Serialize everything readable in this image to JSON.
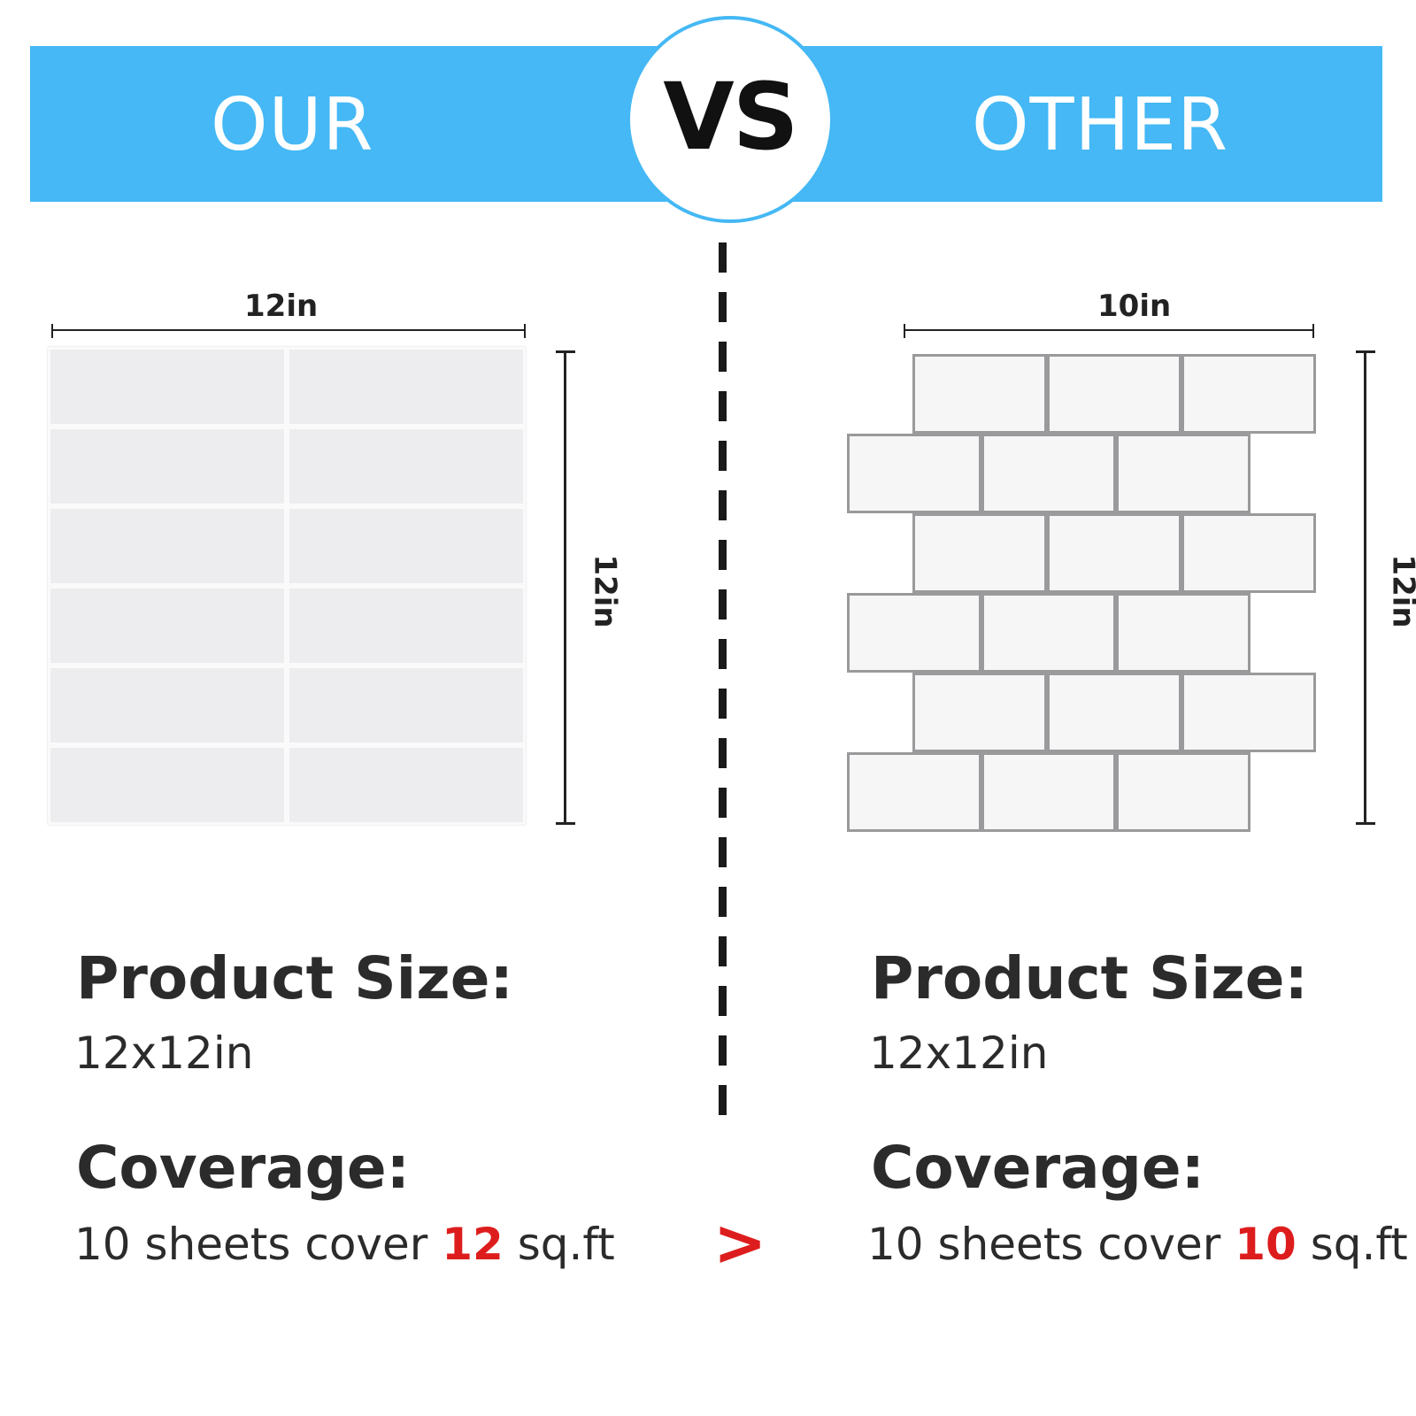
{
  "banner": {
    "left_label": "OUR",
    "vs_label": "VS",
    "right_label": "OTHER",
    "color": "#45b8f5"
  },
  "left": {
    "width_label": "12in",
    "height_label": "12in",
    "tile_grid": {
      "rows": 6,
      "columns": 2
    },
    "size_heading": "Product Size:",
    "size_value": "12x12in",
    "coverage_heading": "Coverage:",
    "coverage_prefix": "10 sheets cover ",
    "coverage_number": "12",
    "coverage_suffix": " sq.ft"
  },
  "right": {
    "width_label": "10in",
    "height_label": "12in",
    "tile_grid": {
      "rows": 6,
      "columns": 3
    },
    "size_heading": "Product Size:",
    "size_value": "12x12in",
    "coverage_heading": "Coverage:",
    "coverage_prefix": "10 sheets cover ",
    "coverage_number": "10",
    "coverage_suffix": " sq.ft"
  },
  "comparison_symbol": ">",
  "highlight_color": "#dd1d1d"
}
